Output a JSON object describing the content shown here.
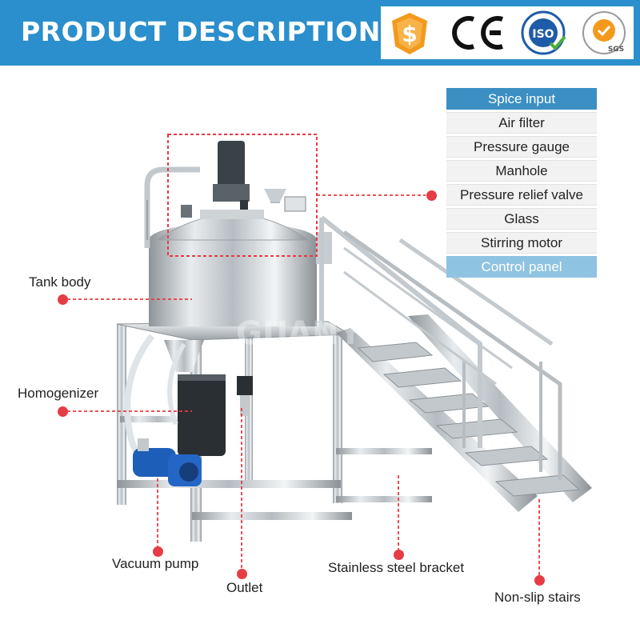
{
  "header": {
    "title": "PRODUCT DESCRIPTION",
    "iso_badge_text": "ISO",
    "sgs_badge_text": "SGS"
  },
  "brand": {
    "watermark": "GUANYU"
  },
  "component_labels": [
    {
      "label": "Spice input",
      "style": "dark"
    },
    {
      "label": "Air filter",
      "style": "plain"
    },
    {
      "label": "Pressure gauge",
      "style": "plain"
    },
    {
      "label": "Manhole",
      "style": "plain"
    },
    {
      "label": "Pressure relief valve",
      "style": "plain"
    },
    {
      "label": "Glass",
      "style": "plain"
    },
    {
      "label": "Stirring motor",
      "style": "plain"
    },
    {
      "label": "Control panel",
      "style": "light"
    }
  ],
  "callouts": {
    "tank_body": "Tank body",
    "homogenizer": "Homogenizer",
    "vacuum_pump": "Vacuum pump",
    "outlet": "Outlet",
    "stainless_bracket": "Stainless steel bracket",
    "non_slip_stairs": "Non-slip stairs"
  },
  "colors": {
    "banner": "#2a8fcc",
    "accent_dot": "#e53c45",
    "label_dark": "#3b8fc3",
    "label_light": "#8fc3e2",
    "pump_blue": "#1d5fb8"
  }
}
